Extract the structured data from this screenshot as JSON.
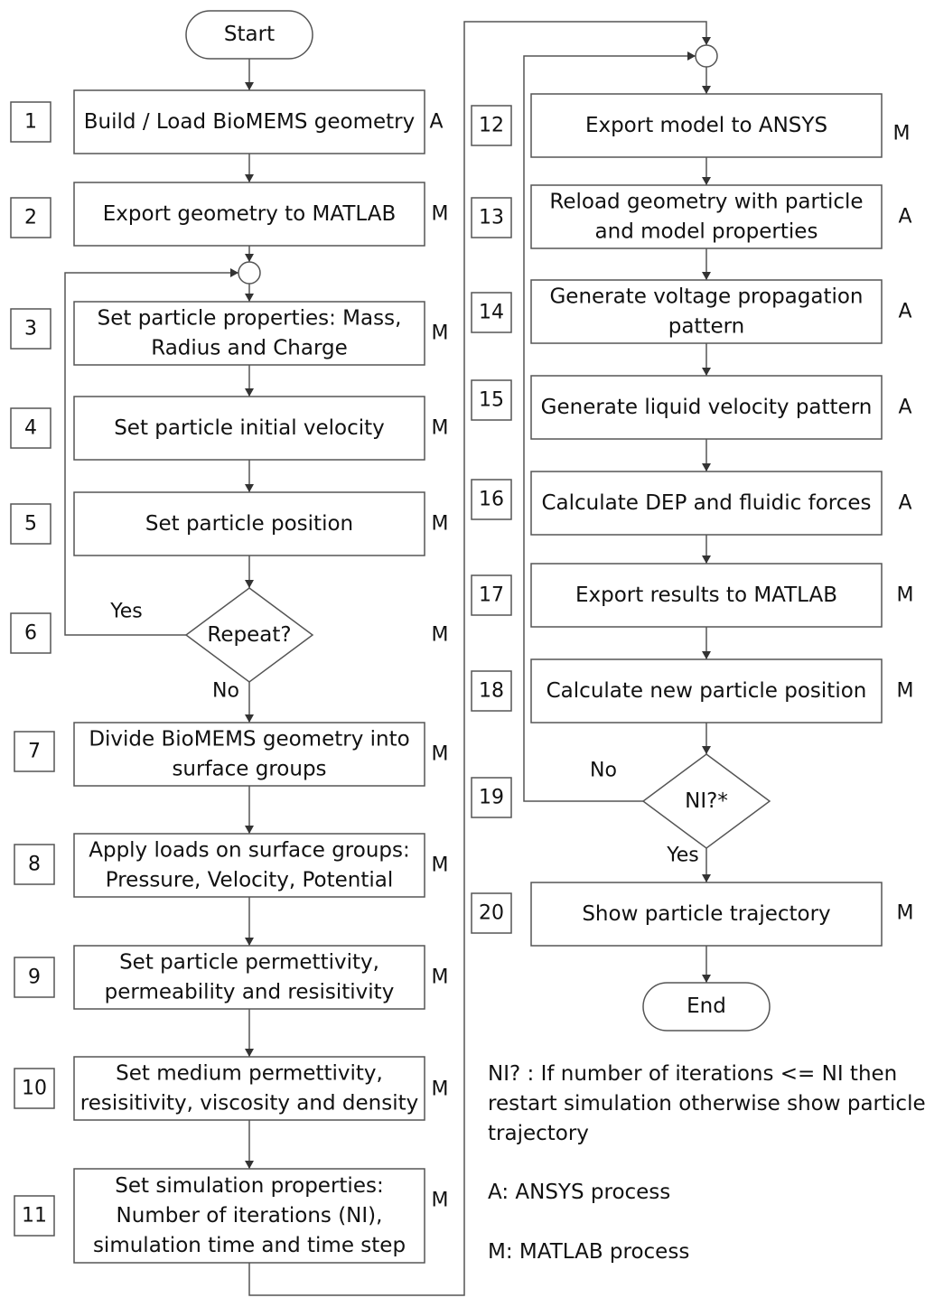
{
  "terminals": {
    "start": "Start",
    "end": "End"
  },
  "steps": [
    {
      "num": "1",
      "lines": [
        "Build / Load  BioMEMS geometry"
      ],
      "type": "A"
    },
    {
      "num": "2",
      "lines": [
        "Export geometry to MATLAB"
      ],
      "type": "M"
    },
    {
      "num": "3",
      "lines": [
        "Set particle properties: Mass,",
        "Radius and Charge"
      ],
      "type": "M"
    },
    {
      "num": "4",
      "lines": [
        "Set particle initial velocity"
      ],
      "type": "M"
    },
    {
      "num": "5",
      "lines": [
        "Set particle position"
      ],
      "type": "M"
    },
    {
      "num": "6",
      "lines": [
        "Repeat?"
      ],
      "type": "M"
    },
    {
      "num": "7",
      "lines": [
        "Divide BioMEMS geometry into",
        "surface groups"
      ],
      "type": "M"
    },
    {
      "num": "8",
      "lines": [
        "Apply loads on surface groups:",
        "Pressure, Velocity, Potential"
      ],
      "type": "M"
    },
    {
      "num": "9",
      "lines": [
        "Set particle permettivity,",
        "permeability and resisitivity"
      ],
      "type": "M"
    },
    {
      "num": "10",
      "lines": [
        "Set medium permettivity,",
        "resisitivity, viscosity and density"
      ],
      "type": "M"
    },
    {
      "num": "11",
      "lines": [
        "Set simulation properties:",
        "Number of iterations (NI),",
        "simulation time and time step"
      ],
      "type": "M"
    },
    {
      "num": "12",
      "lines": [
        "Export model to ANSYS"
      ],
      "type": "M"
    },
    {
      "num": "13",
      "lines": [
        "Reload geometry with particle",
        "and model properties"
      ],
      "type": "A"
    },
    {
      "num": "14",
      "lines": [
        "Generate voltage propagation",
        "pattern"
      ],
      "type": "A"
    },
    {
      "num": "15",
      "lines": [
        "Generate liquid velocity pattern"
      ],
      "type": "A"
    },
    {
      "num": "16",
      "lines": [
        "Calculate DEP and fluidic forces"
      ],
      "type": "A"
    },
    {
      "num": "17",
      "lines": [
        "Export results to MATLAB"
      ],
      "type": "M"
    },
    {
      "num": "18",
      "lines": [
        "Calculate new particle position"
      ],
      "type": "M"
    },
    {
      "num": "19",
      "lines": [
        "NI?*"
      ],
      "type": ""
    },
    {
      "num": "20",
      "lines": [
        "Show particle trajectory"
      ],
      "type": "M"
    }
  ],
  "branch_labels": {
    "repeat_yes": "Yes",
    "repeat_no": "No",
    "ni_no": "No",
    "ni_yes": "Yes"
  },
  "notes": {
    "ni": [
      "NI? : If number of iterations <= NI then",
      "restart simulation otherwise show particle",
      "trajectory"
    ],
    "a": "A: ANSYS process",
    "m": "M: MATLAB process"
  }
}
